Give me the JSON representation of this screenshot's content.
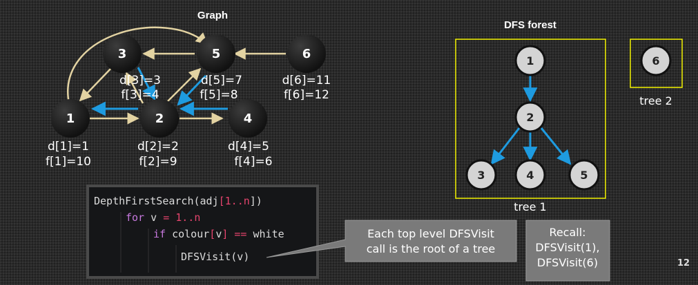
{
  "graph": {
    "title": "Graph",
    "nodes": [
      {
        "id": "1",
        "d": "d[1]=1",
        "f": "f[1]=10"
      },
      {
        "id": "2",
        "d": "d[2]=2",
        "f": "f[2]=9"
      },
      {
        "id": "3",
        "d": "d[3]=3",
        "f": "f[3]=4"
      },
      {
        "id": "4",
        "d": "d[4]=5",
        "f": "f[4]=6"
      },
      {
        "id": "5",
        "d": "d[5]=7",
        "f": "f[5]=8"
      },
      {
        "id": "6",
        "d": "d[6]=11",
        "f": "f[6]=12"
      }
    ],
    "edges": [
      {
        "from": "1",
        "to": "5",
        "type": "graph"
      },
      {
        "from": "1",
        "to": "2",
        "type": "graph"
      },
      {
        "from": "2",
        "to": "1",
        "type": "tree"
      },
      {
        "from": "2",
        "to": "3",
        "type": "graph"
      },
      {
        "from": "3",
        "to": "2",
        "type": "tree"
      },
      {
        "from": "3",
        "to": "1",
        "type": "graph"
      },
      {
        "from": "5",
        "to": "3",
        "type": "graph"
      },
      {
        "from": "2",
        "to": "5",
        "type": "graph"
      },
      {
        "from": "5",
        "to": "2",
        "type": "tree"
      },
      {
        "from": "2",
        "to": "4",
        "type": "graph"
      },
      {
        "from": "4",
        "to": "2",
        "type": "tree"
      },
      {
        "from": "6",
        "to": "5",
        "type": "graph"
      }
    ]
  },
  "forest": {
    "title": "DFS forest",
    "tree1": {
      "label": "tree 1",
      "nodes": [
        "1",
        "2",
        "3",
        "4",
        "5"
      ],
      "edges": [
        [
          "1",
          "2"
        ],
        [
          "2",
          "3"
        ],
        [
          "2",
          "4"
        ],
        [
          "2",
          "5"
        ]
      ]
    },
    "tree2": {
      "label": "tree 2",
      "nodes": [
        "6"
      ]
    }
  },
  "code": {
    "lines": [
      [
        {
          "t": "DepthFirstSearch",
          "c": "fn"
        },
        {
          "t": "(",
          "c": "p"
        },
        {
          "t": "adj",
          "c": "p"
        },
        {
          "t": "[",
          "c": "op"
        },
        {
          "t": "1..n",
          "c": "num"
        },
        {
          "t": "])",
          "c": "p"
        }
      ],
      [
        {
          "t": "for",
          "c": "kw"
        },
        {
          "t": " v ",
          "c": "p"
        },
        {
          "t": "=",
          "c": "op"
        },
        {
          "t": " 1..n",
          "c": "num"
        }
      ],
      [
        {
          "t": "if",
          "c": "kw"
        },
        {
          "t": " colour",
          "c": "p"
        },
        {
          "t": "[",
          "c": "op"
        },
        {
          "t": "v",
          "c": "p"
        },
        {
          "t": "]",
          "c": "op"
        },
        {
          "t": " == ",
          "c": "op"
        },
        {
          "t": "white",
          "c": "p"
        }
      ],
      [
        {
          "t": "DFSVisit",
          "c": "fn"
        },
        {
          "t": "(",
          "c": "p"
        },
        {
          "t": "v",
          "c": "p"
        },
        {
          "t": ")",
          "c": "p"
        }
      ]
    ]
  },
  "callout": {
    "lines": [
      "Each top level DFSVisit",
      "call is the root of a tree"
    ]
  },
  "recall": {
    "lines": [
      "Recall:",
      "DFSVisit(1),",
      "DFSVisit(6)"
    ]
  },
  "page_number": "12",
  "colors": {
    "graph_edge": "#e3d3a2",
    "tree_edge": "#1e9be0",
    "forest_box": "#f2f200",
    "forest_node": "#d4d4d4",
    "code_bg": "#151618",
    "callout_bg": "#7a7a7a",
    "code_kw": "#c678dd",
    "code_num": "#e5446d",
    "code_op": "#e5446d",
    "code_fn": "#dcdcdc",
    "code_p": "#dcdcdc"
  }
}
